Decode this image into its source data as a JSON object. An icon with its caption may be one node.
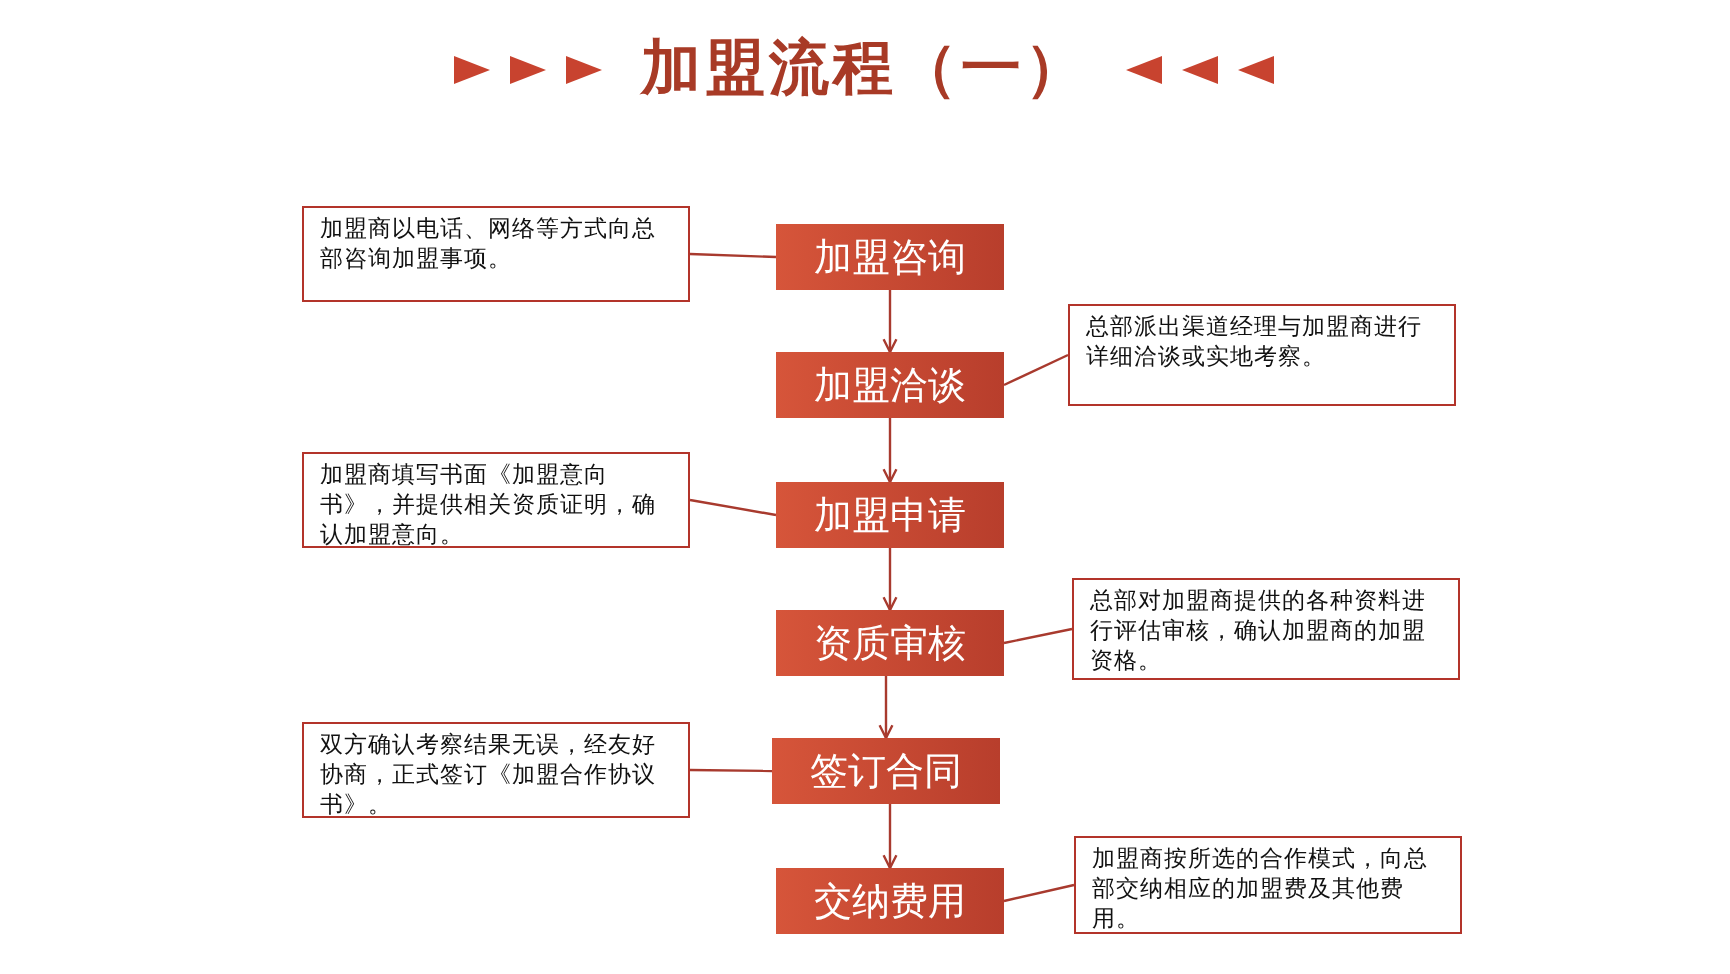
{
  "diagram": {
    "title": "加盟流程（一）",
    "nodes": [
      {
        "text": [
          "加盟咨询"
        ]
      },
      {
        "text": [
          "加盟洽谈"
        ]
      },
      {
        "text": [
          "加盟申请"
        ]
      },
      {
        "text": [
          "资质审核"
        ]
      },
      {
        "text": [
          "签订合同"
        ]
      },
      {
        "text": [
          "交纳费用"
        ]
      },
      {
        "text": [
          "加盟商以电话、网络等方式向总部咨询加盟事项。"
        ]
      },
      {
        "text": [
          "总部派出渠道经理与加盟商进行详细洽谈或实地考察。"
        ]
      },
      {
        "text": [
          "加盟商填写书面《加盟意向书》，并提供相关资质证明，确认加盟意向。"
        ]
      },
      {
        "text": [
          "总部对加盟商提供的各种资料进行评估审核，确认加盟商的加盟资格。"
        ]
      },
      {
        "text": [
          "双方确认考察结果无误，经友好协商，正式签订《加盟合作协议书》。"
        ]
      },
      {
        "text": [
          "加盟商按所选的合作模式，向总部交纳相应的加盟费及其他费用。"
        ]
      }
    ],
    "edges": [
      {
        "from": 0,
        "to": 1,
        "arrow": "to"
      },
      {
        "from": 1,
        "to": 2,
        "arrow": "to"
      },
      {
        "from": 2,
        "to": 3,
        "arrow": "to"
      },
      {
        "from": 3,
        "to": 4,
        "arrow": "to"
      },
      {
        "from": 4,
        "to": 5,
        "arrow": "to"
      },
      {
        "from": 6,
        "to": 0,
        "arrow": "none"
      },
      {
        "from": 7,
        "to": 1,
        "arrow": "none"
      },
      {
        "from": 8,
        "to": 2,
        "arrow": "none"
      },
      {
        "from": 9,
        "to": 3,
        "arrow": "none"
      },
      {
        "from": 10,
        "to": 4,
        "arrow": "none"
      },
      {
        "from": 11,
        "to": 5,
        "arrow": "none"
      }
    ]
  }
}
